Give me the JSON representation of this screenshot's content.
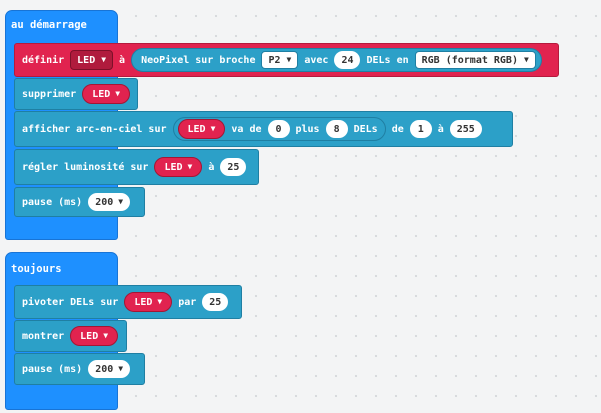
{
  "on_start": {
    "label": "au démarrage",
    "define_block": {
      "label": "définir",
      "var": "LED",
      "to": "à",
      "neopixel_label": "NeoPixel sur broche",
      "pin": "P2",
      "with_label": "avec",
      "num_leds": "24",
      "leds_in_label": "DELs en",
      "mode": "RGB (format RGB)"
    },
    "clear_block": {
      "label": "supprimer",
      "var": "LED"
    },
    "rainbow_block": {
      "label": "afficher arc-en-ciel sur",
      "var": "LED",
      "from_label": "va de",
      "start": "0",
      "plus_label": "plus",
      "count": "8",
      "leds_label": "DELs",
      "de_label": "de",
      "hue_start": "1",
      "a_label": "à",
      "hue_end": "255"
    },
    "brightness_block": {
      "label": "régler luminosité sur",
      "var": "LED",
      "to": "à",
      "value": "25"
    },
    "pause_block": {
      "label": "pause (ms)",
      "value": "200"
    }
  },
  "forever": {
    "label": "toujours",
    "rotate_block": {
      "label": "pivoter DELs sur",
      "var": "LED",
      "by_label": "par",
      "value": "25"
    },
    "show_block": {
      "label": "montrer",
      "var": "LED"
    },
    "pause_block": {
      "label": "pause (ms)",
      "value": "200"
    }
  },
  "icons": {
    "dropdown": "triangle-down-icon"
  },
  "colors": {
    "loops": "#1e90ff",
    "neopixel": "#2ca0c8",
    "variable": "#e1234f",
    "canvas": "#f3f4f5"
  }
}
